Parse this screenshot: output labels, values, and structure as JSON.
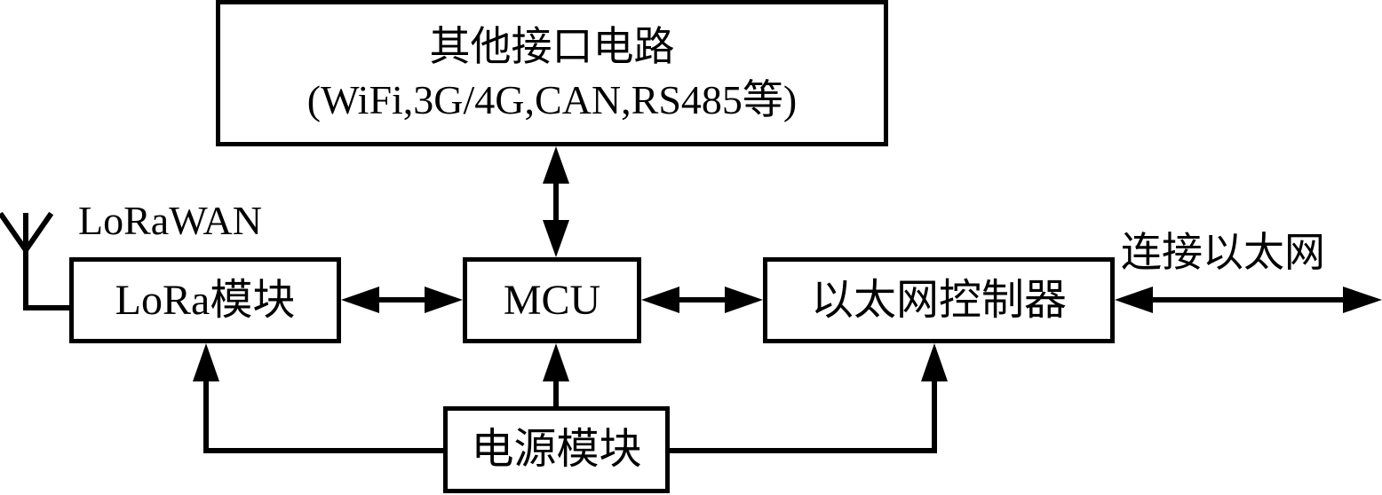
{
  "diagram": {
    "blocks": {
      "other_interfaces": {
        "line1": "其他接口电路",
        "line2": "(WiFi,3G/4G,CAN,RS485等)"
      },
      "lora_module": "LoRa模块",
      "mcu": "MCU",
      "ethernet_controller": "以太网控制器",
      "power_module": "电源模块"
    },
    "labels": {
      "lorawan": "LoRaWAN",
      "ethernet_link": "连接以太网"
    }
  }
}
